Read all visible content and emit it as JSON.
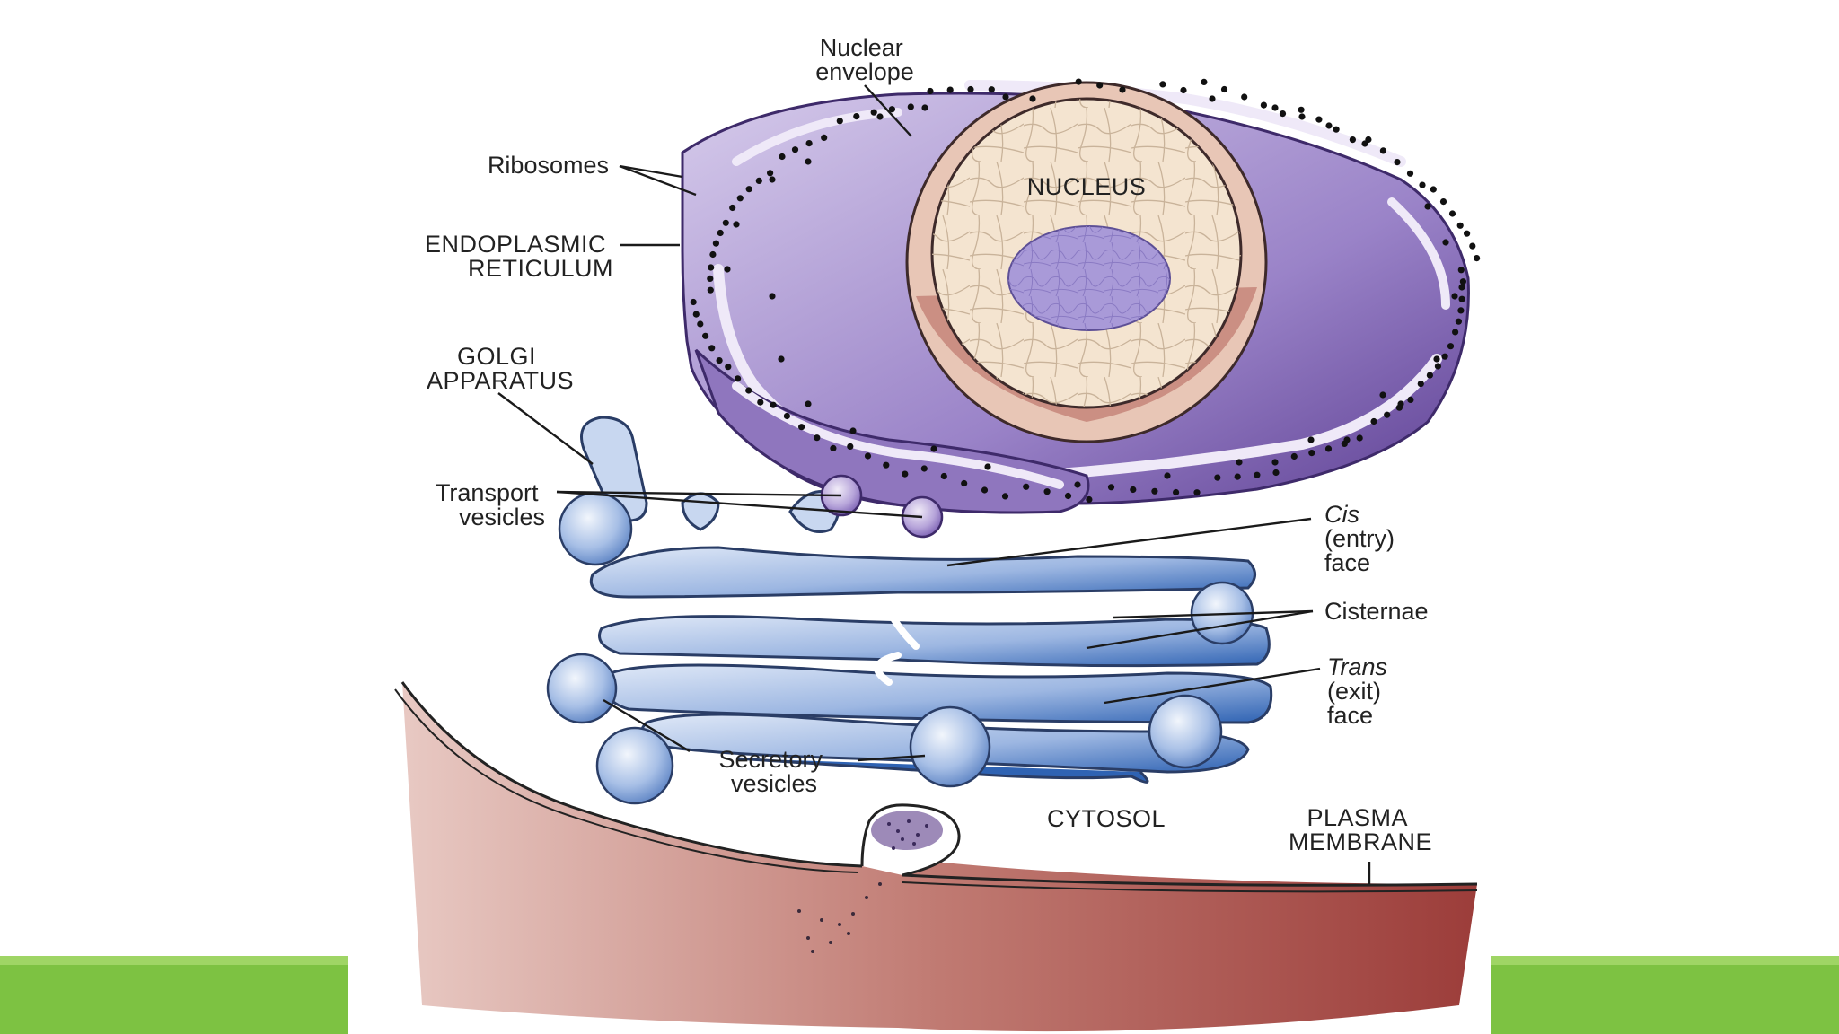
{
  "slide": {
    "accent_color": "#7dc242",
    "accent_dark": "#5a9e2b"
  },
  "labels": {
    "nuclear_envelope": [
      "Nuclear",
      "envelope"
    ],
    "ribosomes": "Ribosomes",
    "endoplasmic_reticulum": [
      "ENDOPLASMIC",
      "RETICULUM"
    ],
    "nucleus": "NUCLEUS",
    "golgi_apparatus": [
      "GOLGI",
      "APPARATUS"
    ],
    "transport_vesicles": [
      "Transport",
      "vesicles"
    ],
    "cis_face": [
      "Cis",
      "(entry)",
      "face"
    ],
    "cisternae": "Cisternae",
    "trans_face": [
      "Trans",
      "(exit)",
      "face"
    ],
    "secretory_vesicles": [
      "Secretory",
      "vesicles"
    ],
    "cytosol": "CYTOSOL",
    "plasma_membrane": [
      "PLASMA",
      "MEMBRANE"
    ]
  },
  "colors": {
    "er_purple": "#8f76be",
    "er_light": "#c9bde3",
    "nucleus_fill": "#f4e4d0",
    "nucleolus": "#a99ad8",
    "golgi_blue": "#6e93cf",
    "golgi_light": "#c8d7f0",
    "membrane_red": "#a85050"
  }
}
